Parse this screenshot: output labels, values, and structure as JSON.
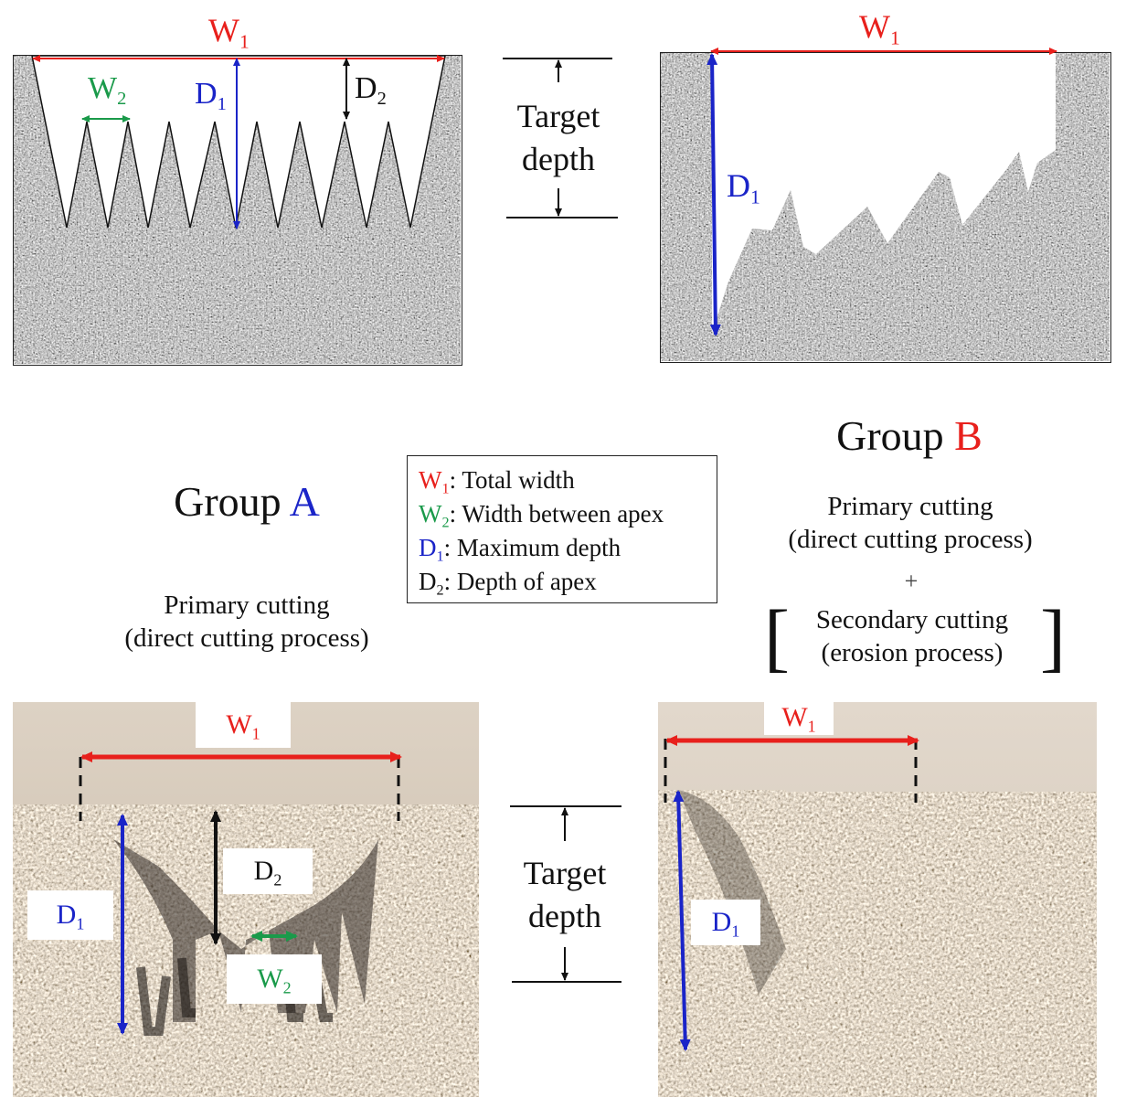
{
  "colors": {
    "red": "#e8201c",
    "green": "#1a9a4a",
    "blue": "#1a24c8",
    "black": "#111111"
  },
  "labels": {
    "W": "W",
    "D": "D",
    "sub1": "1",
    "sub2": "2"
  },
  "target_depth": {
    "line1": "Target",
    "line2": "depth"
  },
  "group_a": {
    "prefix": "Group ",
    "letter": "A",
    "caption_line1": "Primary cutting",
    "caption_line2": "(direct cutting process)"
  },
  "group_b": {
    "prefix": "Group ",
    "letter": "B",
    "caption_line1": "Primary cutting",
    "caption_line2": "(direct cutting process)",
    "plus": "+",
    "bracket_open": "[",
    "bracket_close": "]",
    "secondary_line1": "Secondary cutting",
    "secondary_line2": "(erosion process)"
  },
  "legend": [
    {
      "sym": "W",
      "sub": "1",
      "desc": ": Total width",
      "color": "red"
    },
    {
      "sym": "W",
      "sub": "2",
      "desc": ": Width between apex",
      "color": "green"
    },
    {
      "sym": "D",
      "sub": "1",
      "desc": ": Maximum depth",
      "color": "blue"
    },
    {
      "sym": "D",
      "sub": "2",
      "desc": ": Depth of apex",
      "color": "black"
    }
  ]
}
